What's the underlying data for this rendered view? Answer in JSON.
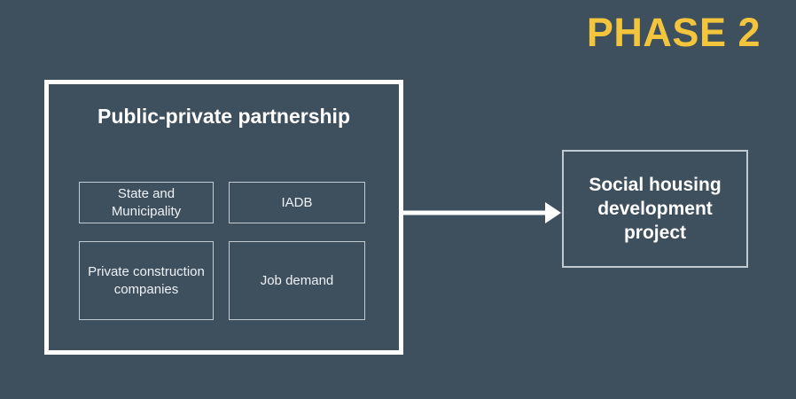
{
  "slide": {
    "background_color": "#3e4f5e",
    "accent_color": "#f2c53d",
    "border_color": "#ffffff",
    "subbox_border_color": "#c3cbd2",
    "text_color": "#ffffff"
  },
  "phase": {
    "label": "PHASE 2"
  },
  "group": {
    "title": "Public-private partnership",
    "items": [
      {
        "label": "State and Municipality"
      },
      {
        "label": "IADB"
      },
      {
        "label": "Private construction companies"
      },
      {
        "label": "Job demand"
      }
    ]
  },
  "connector": {
    "name": "arrow-right",
    "direction": "right"
  },
  "outcome": {
    "title": "Social housing development project"
  }
}
